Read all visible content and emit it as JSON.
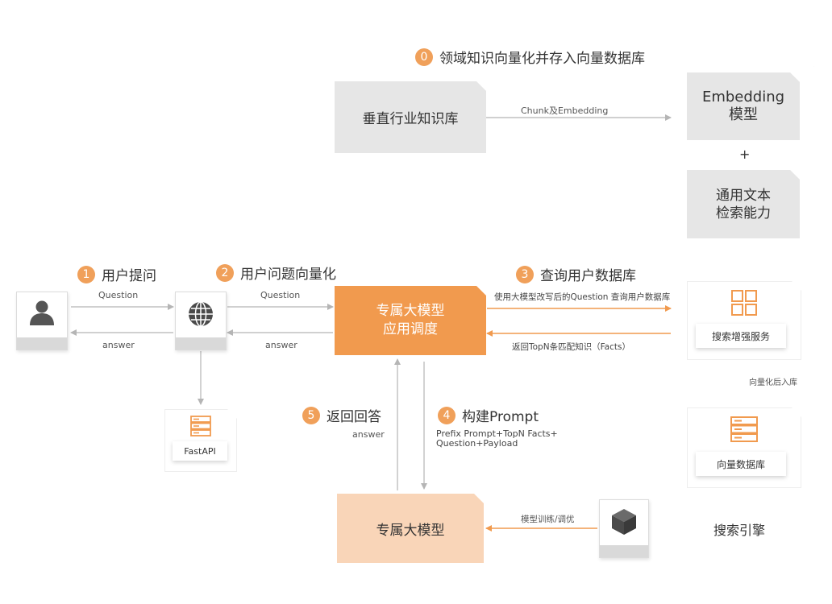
{
  "colors": {
    "orange": "#f0a05a",
    "orange_dark": "#f19a4e",
    "orange_light": "#f9d5b8",
    "gray_box": "#e6e6e6",
    "arrow_gray": "#b5b5b5"
  },
  "steps": {
    "s0": {
      "num": "0",
      "label": "领域知识向量化并存入向量数据库"
    },
    "s1": {
      "num": "1",
      "label": "用户提问"
    },
    "s2": {
      "num": "2",
      "label": "用户问题向量化"
    },
    "s3": {
      "num": "3",
      "label": "查询用户数据库"
    },
    "s4": {
      "num": "4",
      "label": "构建Prompt"
    },
    "s5": {
      "num": "5",
      "label": "返回回答"
    }
  },
  "boxes": {
    "vertical_kb": "垂直行业知识库",
    "scheduler_line1": "专属大模型",
    "scheduler_line2": "应用调度",
    "dedicated_model": "专属大模型",
    "embedding_line1": "Embedding",
    "embedding_line2": "模型",
    "plus": "+",
    "text_search_line1": "通用文本",
    "text_search_line2": "检索能力",
    "search_enhance": "搜索增强服务",
    "vector_db": "向量数据库",
    "search_engine": "搜索引擎",
    "fastapi": "FastAPI"
  },
  "edges": {
    "chunk_embedding": "Chunk及Embedding",
    "question1": "Question",
    "answer1": "answer",
    "question2": "Question",
    "answer2": "answer",
    "rewrite_query": "使用大模型改写后的Question 查询用户数据库",
    "return_topn": "返回TopN条匹配知识（Facts）",
    "vectorize_store": "向量化后入库",
    "answer_up": "answer",
    "prompt_line1": "Prefix Prompt+TopN Facts+",
    "prompt_line2": "Question+Payload",
    "train_tune": "模型训练/调优"
  },
  "icons": {
    "user": "user-icon",
    "globe": "globe-icon",
    "cube": "cube-icon",
    "grid": "grid-icon",
    "server": "server-icon"
  }
}
